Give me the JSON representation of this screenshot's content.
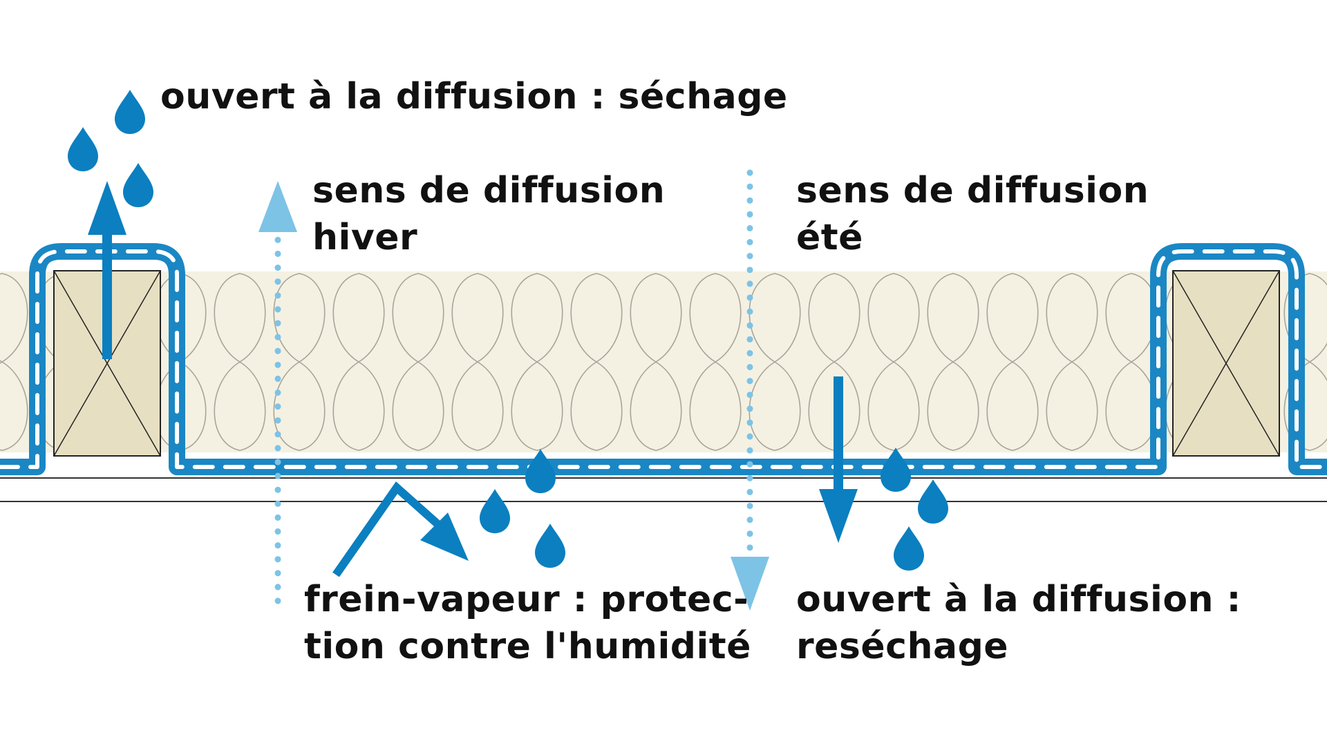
{
  "colors": {
    "insulation": "#f4f1e2",
    "insulation_lines": "#a8a49a",
    "timber": "#e6dfc2",
    "membrane": "#1a87c4",
    "membrane_dash": "#ffffff",
    "dotted_arrow": "#7dc3e6",
    "drop": "#0b7fc0",
    "text": "#111111"
  },
  "icons": [
    "water-drop-icon",
    "arrow-up-icon",
    "arrow-down-icon",
    "dotted-arrow-up-icon",
    "dotted-arrow-down-icon",
    "bent-arrow-icon"
  ],
  "labels": {
    "top_left": [
      "ouvert à la diffusion : séchage"
    ],
    "winter": [
      "sens de diffusion",
      "hiver"
    ],
    "summer": [
      "sens de diffusion",
      "été"
    ],
    "vapour_brake": [
      "frein-vapeur : protec-",
      "tion contre l'humidité"
    ],
    "bottom_right": [
      "ouvert à la diffusion :",
      "reséchage"
    ]
  }
}
